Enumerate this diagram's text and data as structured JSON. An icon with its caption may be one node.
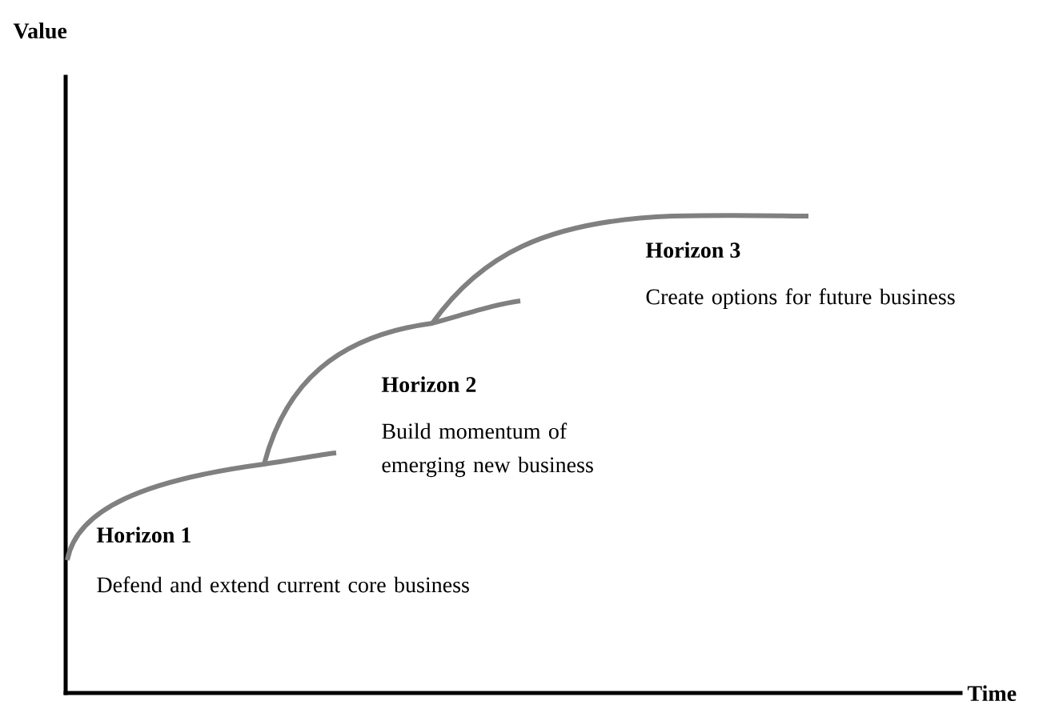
{
  "diagram": {
    "labels": [
      "Value",
      "Horizon 3",
      "Create options for future business",
      "Horizon 2",
      "Build momentum of emerging new business",
      "Horizon 1",
      "Defend and extend current core business",
      "Time"
    ]
  }
}
